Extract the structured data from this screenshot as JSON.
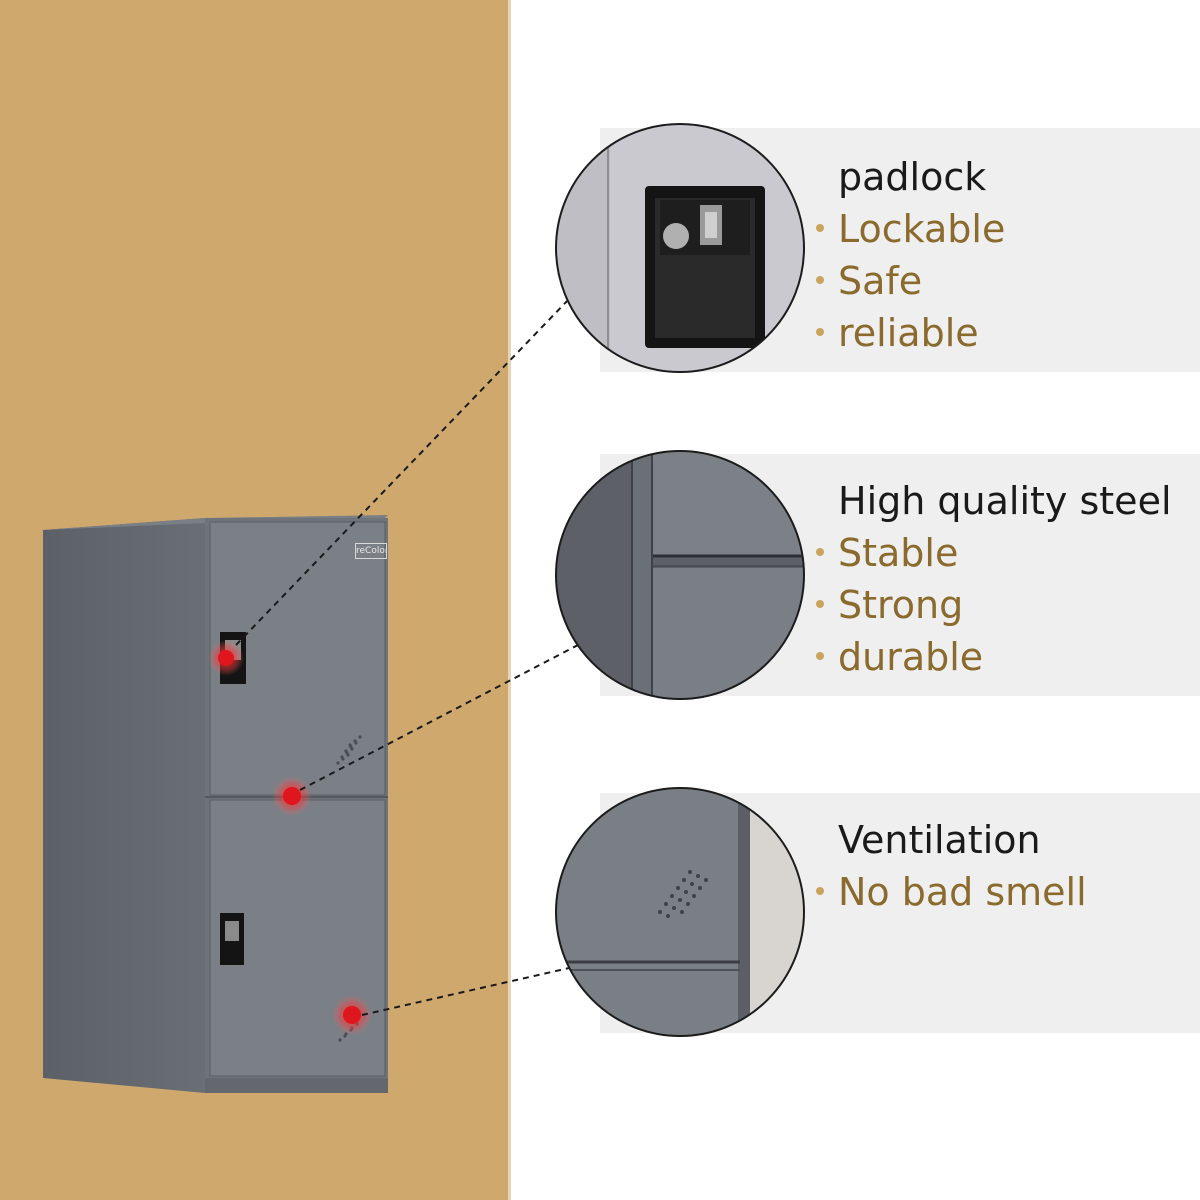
{
  "brand": {
    "logo_text": "reColor"
  },
  "features": [
    {
      "title": "padlock",
      "bullets": [
        "Lockable",
        "Safe",
        "reliable"
      ]
    },
    {
      "title": "High quality steel",
      "bullets": [
        "Stable",
        "Strong",
        "durable"
      ]
    },
    {
      "title": "Ventilation",
      "bullets": [
        "No bad smell"
      ]
    }
  ],
  "colors": {
    "wall": "#cfa86e",
    "cabinet": "#6c7078",
    "marker": "#e0161f",
    "title_text": "#1a1a1a",
    "bullet_text": "#8b6a2e",
    "band": "#efefef"
  }
}
